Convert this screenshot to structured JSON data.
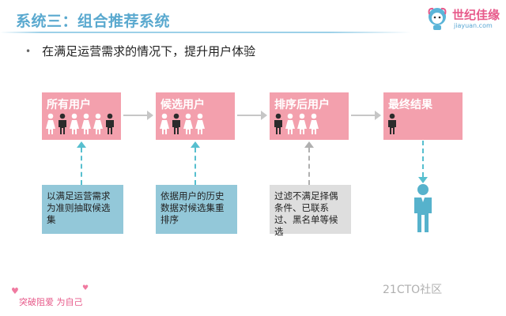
{
  "title": "系统三：组合推荐系统",
  "bullet": "在满足运营需求的情况下，提升用户体验",
  "logo": {
    "cn": "世纪佳缘",
    "en": "jiayuan.com"
  },
  "steps": [
    {
      "label": "所有用户",
      "people": [
        "f",
        "m",
        "f",
        "f",
        "f",
        "m"
      ]
    },
    {
      "label": "候选用户",
      "people": [
        "f",
        "m",
        "f",
        "f"
      ]
    },
    {
      "label": "排序后用户",
      "people": [
        "m",
        "f",
        "f",
        "f"
      ]
    },
    {
      "label": "最终结果",
      "people": [
        "m"
      ]
    }
  ],
  "notes": [
    {
      "text": "以满足运营需求为准则抽取候选集"
    },
    {
      "text": "依据用户的历史数据对候选集重排序"
    },
    {
      "text": "过滤不满足择偶条件、已联系过、黑名单等候选"
    }
  ],
  "footer": "突破阻爱 为自己",
  "watermark": "21CTO社区",
  "colors": {
    "step": "#f3a0ad",
    "note_blue": "#93c8d9",
    "note_gray": "#dedede",
    "person_dark": "#2b2b2b",
    "person_light": "#ffffff",
    "result_person": "#56b2cc"
  }
}
